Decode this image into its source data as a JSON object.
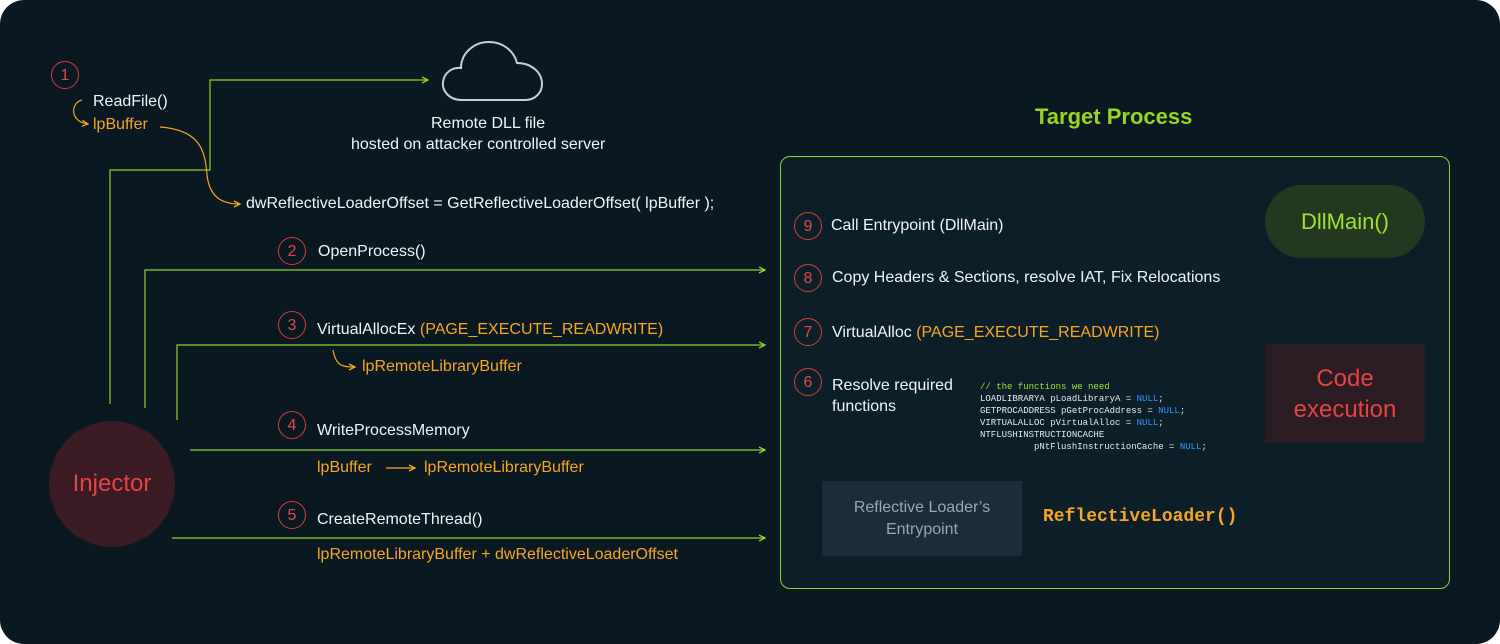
{
  "cloud": {
    "icon": "cloud-icon",
    "line1": "Remote DLL file",
    "line2": "hosted on attacker controlled server"
  },
  "steps": {
    "s1": {
      "num": "1",
      "call": "ReadFile()",
      "out": "lpBuffer"
    },
    "offset_expr": "dwReflectiveLoaderOffset = GetReflectiveLoaderOffset( lpBuffer );",
    "s2": {
      "num": "2",
      "call": "OpenProcess()"
    },
    "s3": {
      "num": "3",
      "call": "VirtualAllocEx",
      "arg": "(PAGE_EXECUTE_READWRITE)",
      "out": "lpRemoteLibraryBuffer"
    },
    "s4": {
      "num": "4",
      "call": "WriteProcessMemory",
      "src": "lpBuffer",
      "dst": "lpRemoteLibraryBuffer"
    },
    "s5": {
      "num": "5",
      "call": "CreateRemoteThread()",
      "arg": "lpRemoteLibraryBuffer + dwReflectiveLoaderOffset"
    }
  },
  "injector": {
    "label": "Injector"
  },
  "target": {
    "title": "Target Process",
    "s9": {
      "num": "9",
      "text": "Call Entrypoint (DllMain)"
    },
    "s8": {
      "num": "8",
      "text": "Copy Headers & Sections, resolve IAT, Fix Relocations"
    },
    "s7": {
      "num": "7",
      "call": "VirtualAlloc",
      "arg": "(PAGE_EXECUTE_READWRITE)"
    },
    "s6": {
      "num": "6",
      "line1": "Resolve required",
      "line2": "functions"
    },
    "code": {
      "comment": "// the functions we need",
      "l1a": "LOADLIBRARYA pLoadLibraryA = ",
      "l1b": "NULL",
      "l1c": ";",
      "l2a": "GETPROCADDRESS pGetProcAddress = ",
      "l2b": "NULL",
      "l2c": ";",
      "l3a": "VIRTUALALLOC pVirtualAlloc = ",
      "l3b": "NULL",
      "l3c": ";",
      "l4": "NTFLUSHINSTRUCTIONCACHE",
      "l5a": "pNtFlushInstructionCache = ",
      "l5b": "NULL",
      "l5c": ";"
    },
    "dllmain": "DllMain()",
    "code_exec_line1": "Code",
    "code_exec_line2": "execution",
    "rl_box_line1": "Reflective Loader’s",
    "rl_box_line2": "Entrypoint",
    "rl_fn": "ReflectiveLoader()"
  },
  "colors": {
    "background": "#091821",
    "green": "#8fd228",
    "orange": "#f6a623",
    "red": "#e04848",
    "white": "#f1f4f6"
  }
}
